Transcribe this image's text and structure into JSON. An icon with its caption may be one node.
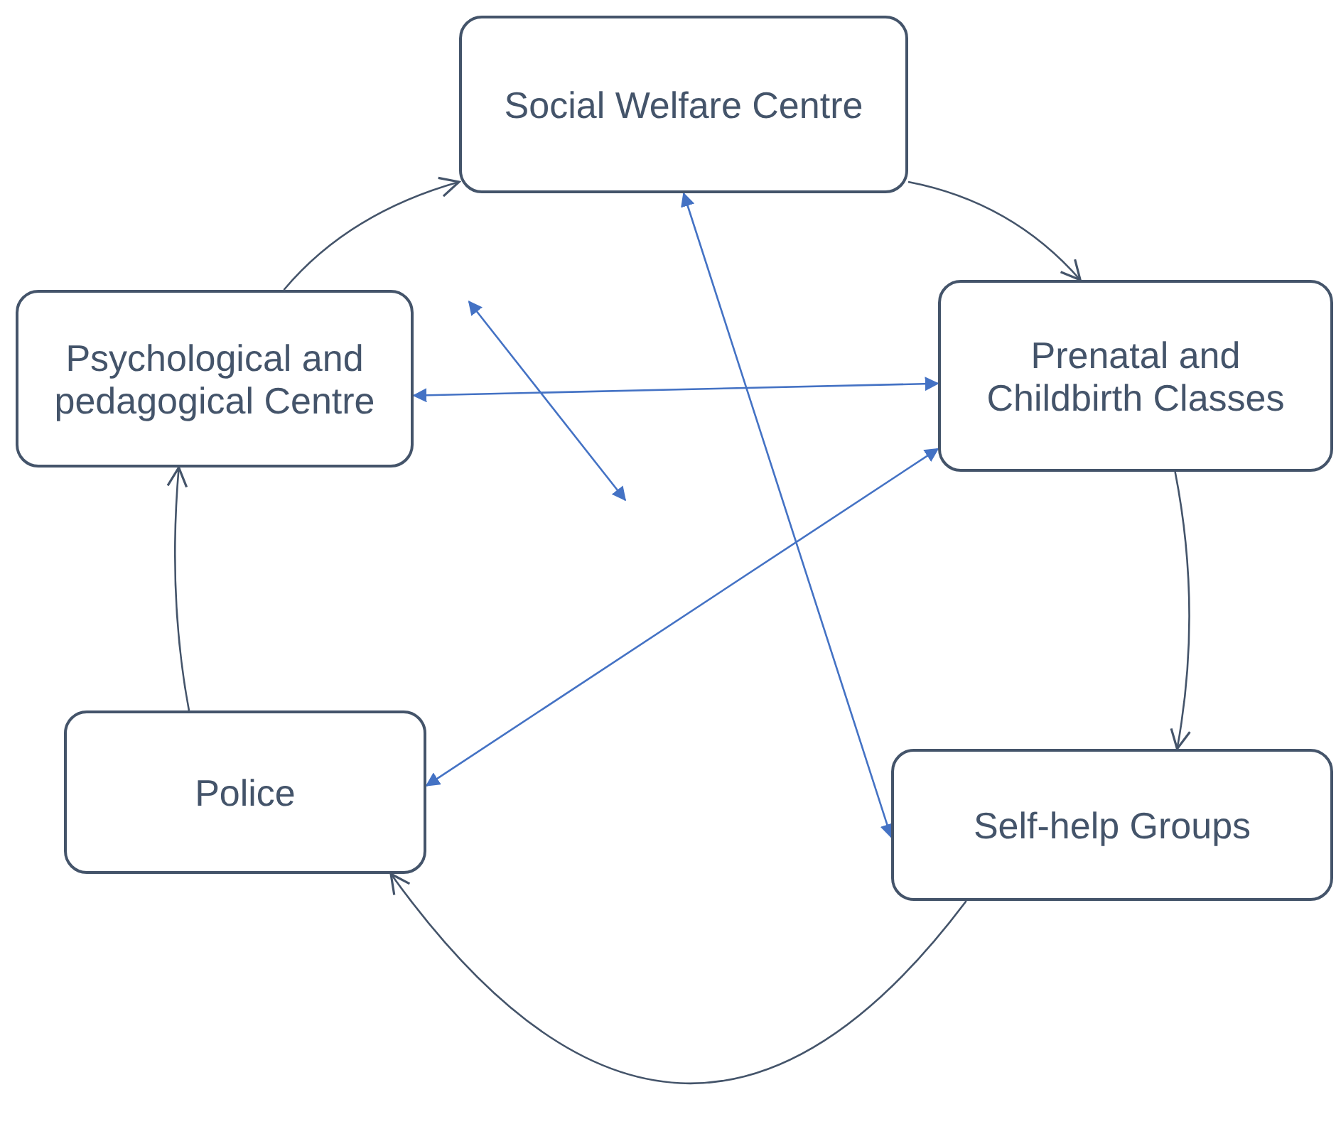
{
  "diagram": {
    "nodes": [
      {
        "text": [
          "Social Welfare Centre"
        ]
      },
      {
        "text": [
          "Prenatal and Childbirth Classes"
        ]
      },
      {
        "text": [
          "Self-help Groups"
        ]
      },
      {
        "text": [
          "Police"
        ]
      },
      {
        "text": [
          "Psychological and pedagogical Centre"
        ]
      }
    ],
    "edges": [
      {
        "from": 4,
        "to": 0,
        "arrow": "to"
      },
      {
        "from": 0,
        "to": 1,
        "arrow": "to"
      },
      {
        "from": 1,
        "to": 2,
        "arrow": "to"
      },
      {
        "from": 2,
        "to": 3,
        "arrow": "to"
      },
      {
        "from": 3,
        "to": 4,
        "arrow": "to"
      },
      {
        "from": 4,
        "to": 1,
        "arrow": "both",
        "color": "#4472c4"
      },
      {
        "from": 3,
        "to": 1,
        "arrow": "both",
        "color": "#4472c4"
      },
      {
        "from": 0,
        "to": 2,
        "arrow": "both",
        "color": "#4472c4"
      },
      {
        "from": 4,
        "to": null,
        "arrow": "both",
        "color": "#4472c4"
      }
    ]
  }
}
